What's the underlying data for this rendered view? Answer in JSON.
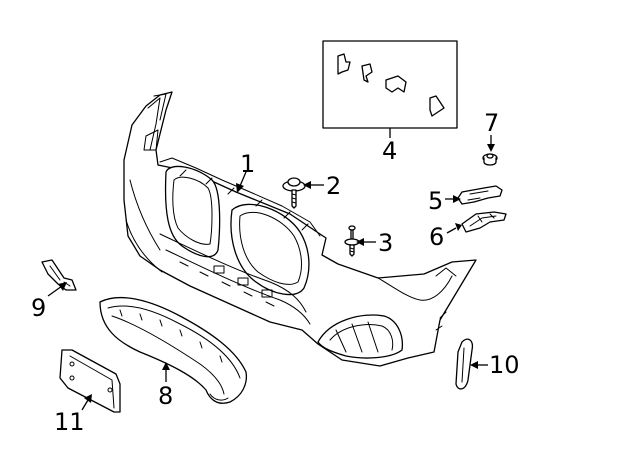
{
  "diagram": {
    "callouts": [
      {
        "id": "1",
        "text": "1"
      },
      {
        "id": "2",
        "text": "2"
      },
      {
        "id": "3",
        "text": "3"
      },
      {
        "id": "4",
        "text": "4"
      },
      {
        "id": "5",
        "text": "5"
      },
      {
        "id": "6",
        "text": "6"
      },
      {
        "id": "7",
        "text": "7"
      },
      {
        "id": "8",
        "text": "8"
      },
      {
        "id": "9",
        "text": "9"
      },
      {
        "id": "10",
        "text": "10"
      },
      {
        "id": "11",
        "text": "11"
      }
    ],
    "colors": {
      "line": "#000000",
      "fill": "#ffffff"
    }
  }
}
